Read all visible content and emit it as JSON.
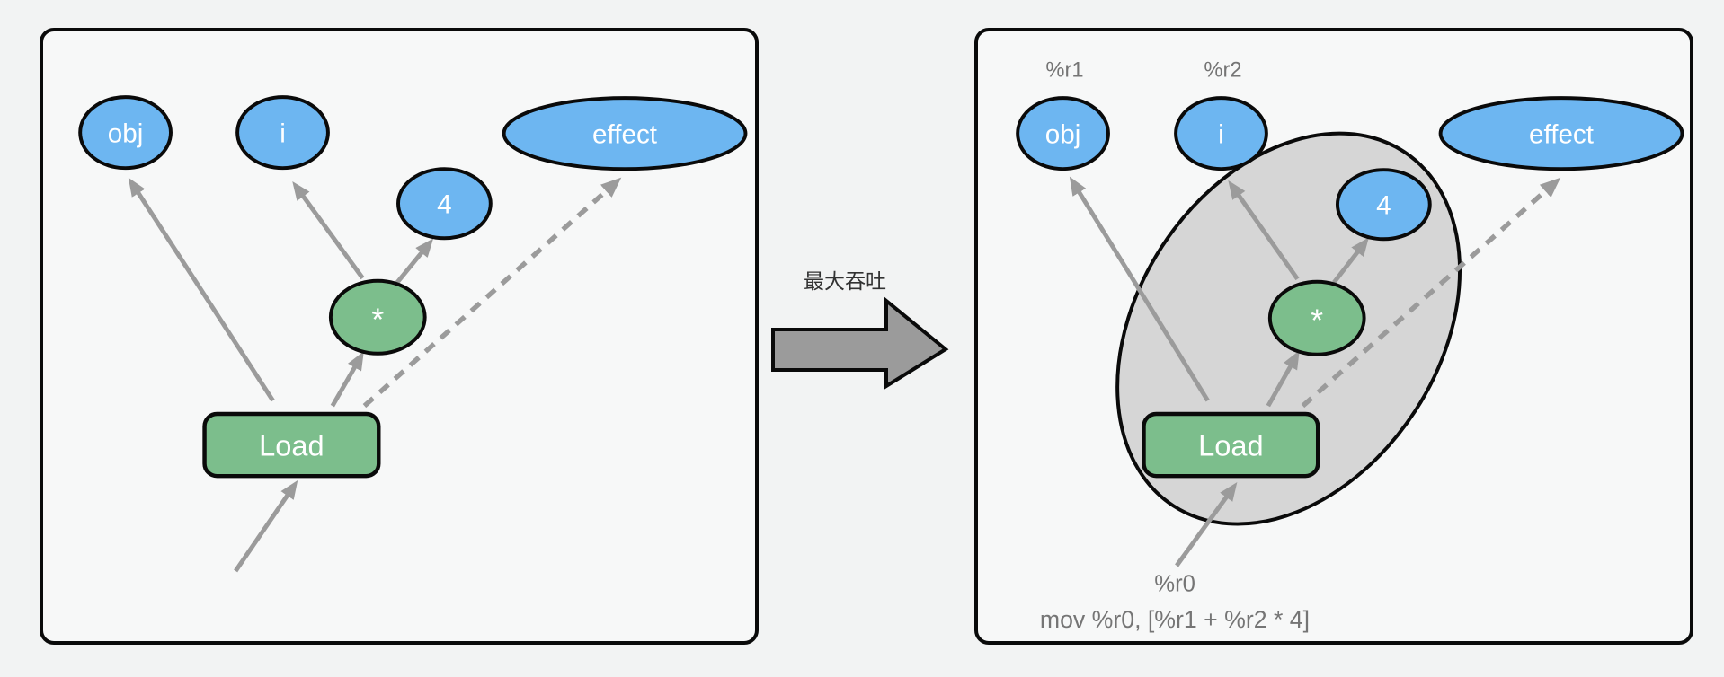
{
  "transition": {
    "label": "最大吞吐"
  },
  "left_panel": {
    "nodes": {
      "obj": "obj",
      "i": "i",
      "four": "4",
      "effect": "effect",
      "mul": "*",
      "load": "Load"
    }
  },
  "right_panel": {
    "nodes": {
      "obj": "obj",
      "i": "i",
      "four": "4",
      "effect": "effect",
      "mul": "*",
      "load": "Load"
    },
    "registers": {
      "r1": "%r1",
      "r2": "%r2",
      "r0": "%r0"
    },
    "instruction": "mov %r0, [%r1 + %r2 * 4]"
  },
  "colors": {
    "value_node_blue": "#6db6f1",
    "op_node_green": "#7cbe8c",
    "tile_gray": "#d6d6d6",
    "arrow_gray": "#9b9b9b",
    "caption_gray": "#757575",
    "outline_black": "#0a0a0a",
    "panel_background": "#f7f8f8",
    "page_background": "#f2f3f3"
  }
}
